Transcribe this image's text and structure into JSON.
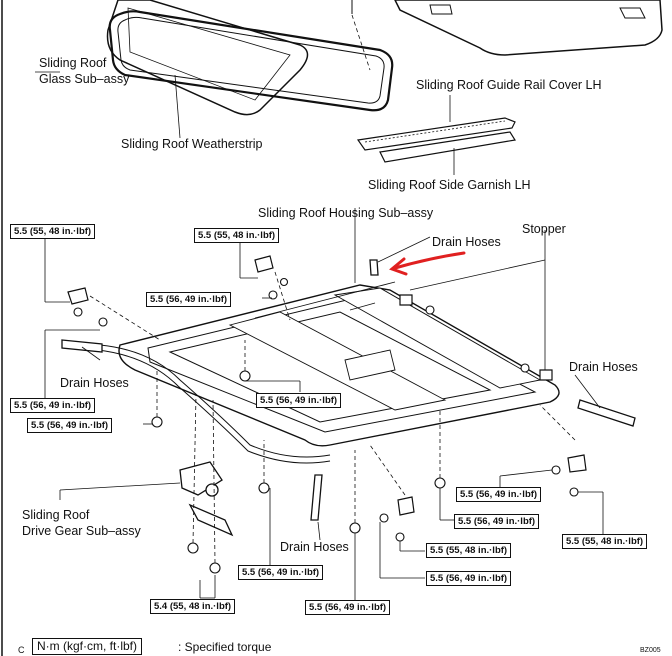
{
  "labels": {
    "glass": [
      "Sliding Roof",
      "Glass Sub–assy"
    ],
    "weatherstrip": "Sliding Roof Weatherstrip",
    "guide_rail_cover": "Sliding Roof Guide Rail Cover LH",
    "side_garnish": "Sliding Roof Side Garnish LH",
    "housing": "Sliding Roof Housing Sub–assy",
    "drain_hoses_top": "Drain Hoses",
    "stopper": "Stopper",
    "drain_hoses_left": "Drain Hoses",
    "drain_hoses_right": "Drain Hoses",
    "drain_hoses_bottom": "Drain Hoses",
    "drive_gear": [
      "Sliding Roof",
      "Drive Gear Sub–assy"
    ]
  },
  "torques": {
    "t1": "5.5 (55, 48 in.·lbf)",
    "t2": "5.5 (55, 48 in.·lbf)",
    "t3": "5.5 (56, 49 in.·lbf)",
    "t4": "5.5 (56, 49 in.·lbf)",
    "t5": "5.5 (56, 49 in.·lbf)",
    "t6": "5.5 (56, 49 in.·lbf)",
    "t7": "5.5 (56, 49 in.·lbf)",
    "t8": "5.5 (56, 49 in.·lbf)",
    "t9": "5.5 (55, 48 in.·lbf)",
    "t10": "5.5 (55, 48 in.·lbf)",
    "t11": "5.5 (56, 49 in.·lbf)",
    "t12": "5.5 (56, 49 in.·lbf)",
    "t13": "5.4 (55, 48 in.·lbf)",
    "t14": "5.5 (56, 49 in.·lbf)"
  },
  "legend": {
    "prefix": "C",
    "unit": "N·m (kgf·cm, ft·lbf)",
    "text": ": Specified torque",
    "code": "BZ005"
  },
  "colors": {
    "ink": "#111111",
    "annotation_arrow": "#e02020"
  }
}
